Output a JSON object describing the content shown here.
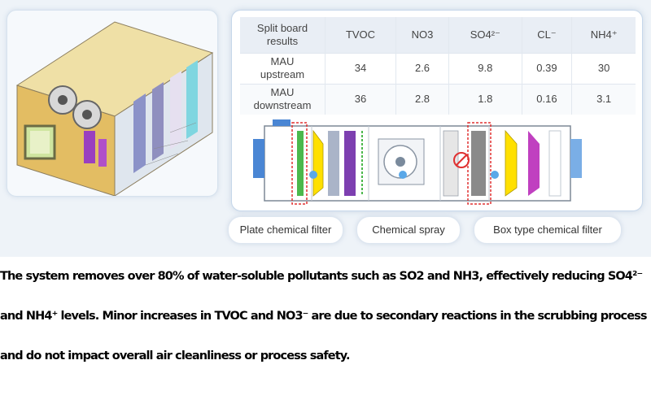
{
  "table": {
    "header": [
      "Split board results",
      "TVOC",
      "NO3",
      "SO4²⁻",
      "CL⁻",
      "NH4⁺"
    ],
    "rows": [
      {
        "label": "MAU upstream",
        "values": [
          "34",
          "2.6",
          "9.8",
          "0.39",
          "30"
        ]
      },
      {
        "label": "MAU downstream",
        "values": [
          "36",
          "2.8",
          "1.8",
          "0.16",
          "3.1"
        ]
      }
    ]
  },
  "filters": {
    "plate": "Plate chemical filter",
    "spray": "Chemical spray",
    "box": "Box type chemical filter"
  },
  "caption": {
    "line1": "The system removes over 80% of water-soluble pollutants such as SO2 and NH3, effectively reducing SO4²⁻",
    "line2": "and NH4⁺ levels. Minor increases in TVOC and NO3⁻ are due to secondary reactions in the scrubbing process",
    "line3": "and do not impact overall air cleanliness or process safety."
  },
  "colors": {
    "accent_blue": "#5aa8e8",
    "highlight_red": "#e03030",
    "filter_yellow": "#ffe000",
    "filter_purple": "#7d3fb0",
    "filter_magenta": "#c040c0",
    "frame_green": "#4cb84c"
  }
}
